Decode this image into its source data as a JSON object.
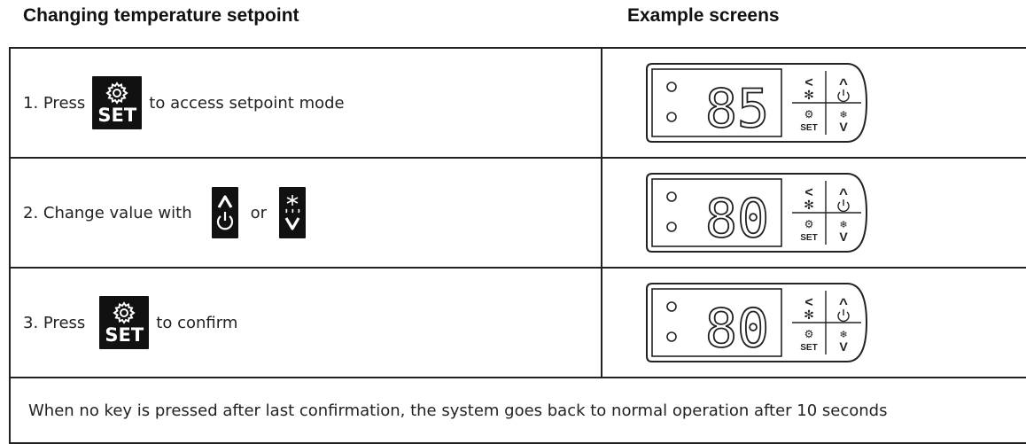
{
  "header": {
    "left": "Changing temperature setpoint",
    "right": "Example screens"
  },
  "steps": [
    {
      "prefix": "1. Press",
      "key": "SET",
      "suffix": "to access setpoint mode",
      "display": "85"
    },
    {
      "prefix": "2. Change value with",
      "or": "or",
      "display": "80"
    },
    {
      "prefix": "3. Press",
      "key": "SET",
      "suffix": "to confirm",
      "display": "80"
    }
  ],
  "device_keys": {
    "left_arrow": "<",
    "up_arrow": "^",
    "down_arrow": "V",
    "set": "SET"
  },
  "note": "When no key is pressed after last confirmation, the system goes back to normal operation after 10 seconds",
  "icons": [
    "gear-icon",
    "power-icon",
    "up-arrow-icon",
    "down-arrow-icon",
    "snowflake-icon",
    "defrost-icon",
    "led-indicator-icon"
  ]
}
